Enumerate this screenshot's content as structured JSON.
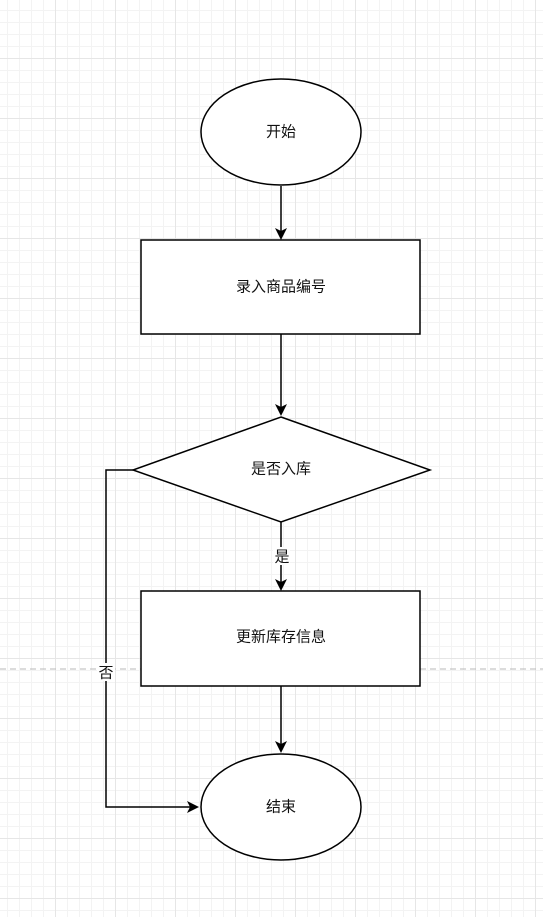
{
  "nodes": {
    "start": "开始",
    "input": "录入商品编号",
    "decision": "是否入库",
    "update": "更新库存信息",
    "end": "结束"
  },
  "edges": {
    "yes": "是",
    "no": "否"
  }
}
